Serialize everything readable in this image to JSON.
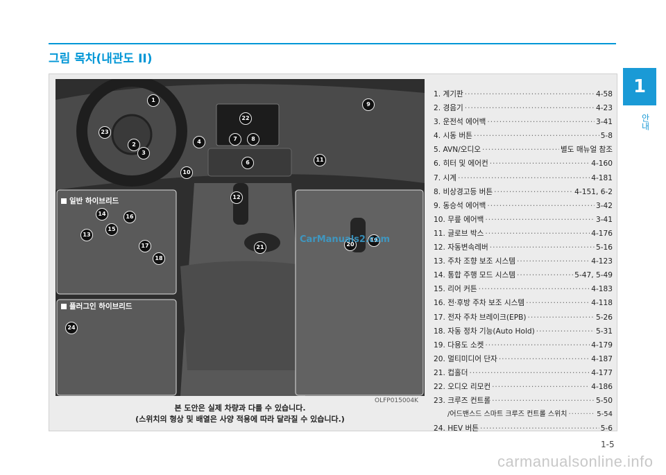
{
  "header": {
    "title": "그림 목차(내관도 II)"
  },
  "chapter": {
    "number": "1",
    "label": "안내"
  },
  "figure": {
    "code": "OLFP015004K",
    "note_line1": "본 도안은 실제 차량과 다를 수 있습니다.",
    "note_line2": "(스위치의 형상 및 배열은 사양 적용에 따라 달라질 수 있습니다.)",
    "inset1_label": "일반 하이브리드",
    "inset2_label": "플러그인 하이브리드",
    "overlay_text": "CarManuals2.com",
    "badges": [
      "1",
      "2",
      "3",
      "4",
      "6",
      "7",
      "8",
      "9",
      "10",
      "11",
      "12",
      "13",
      "14",
      "15",
      "16",
      "17",
      "18",
      "19",
      "20",
      "21",
      "22",
      "23",
      "24"
    ]
  },
  "items": [
    {
      "label": "1.   계기판",
      "page": "4-58"
    },
    {
      "label": "2.   경음기",
      "page": "4-23"
    },
    {
      "label": "3.   운전석 에어백",
      "page": "3-41"
    },
    {
      "label": "4.   시동 버튼",
      "page": "5-8"
    },
    {
      "label": "5.   AVN/오디오",
      "page": "별도 매뉴얼 참조"
    },
    {
      "label": "6.   히터 및 에어컨",
      "page": "4-160"
    },
    {
      "label": "7.   시계",
      "page": "4-181"
    },
    {
      "label": "8.   비상경고등 버튼",
      "page": "4-151, 6-2"
    },
    {
      "label": "9.   동승석 에어백",
      "page": "3-42"
    },
    {
      "label": "10. 무릎 에어백",
      "page": "3-41"
    },
    {
      "label": "11. 글로브 박스",
      "page": "4-176"
    },
    {
      "label": "12. 자동변속레버",
      "page": "5-16"
    },
    {
      "label": "13. 주차 조향 보조 시스템",
      "page": "4-123"
    },
    {
      "label": "14. 통합 주행 모드 시스템",
      "page": "5-47, 5-49"
    },
    {
      "label": "15. 리어 커튼",
      "page": "4-183"
    },
    {
      "label": "16. 전·후방 주차 보조 시스템",
      "page": "4-118"
    },
    {
      "label": "17. 전자 주차 브레이크(EPB)",
      "page": "5-26"
    },
    {
      "label": "18. 자동 정차 기능(Auto Hold)",
      "page": "5-31"
    },
    {
      "label": "19. 다용도 소켓",
      "page": "4-179"
    },
    {
      "label": "20. 멀티미디어 단자",
      "page": "4-187"
    },
    {
      "label": "21. 컵홀더",
      "page": "4-177"
    },
    {
      "label": "22. 오디오 리모컨",
      "page": "4-186"
    },
    {
      "label": "23. 크루즈 컨트롤",
      "page": "5-50"
    },
    {
      "label": "/어드밴스드 스마트 크루즈 컨트롤 스위치",
      "page": "5-54"
    },
    {
      "label": "24. HEV 버튼",
      "page": "5-6"
    }
  ],
  "footer": {
    "page_number": "1-5",
    "watermark": "carmanualsonline.info"
  }
}
